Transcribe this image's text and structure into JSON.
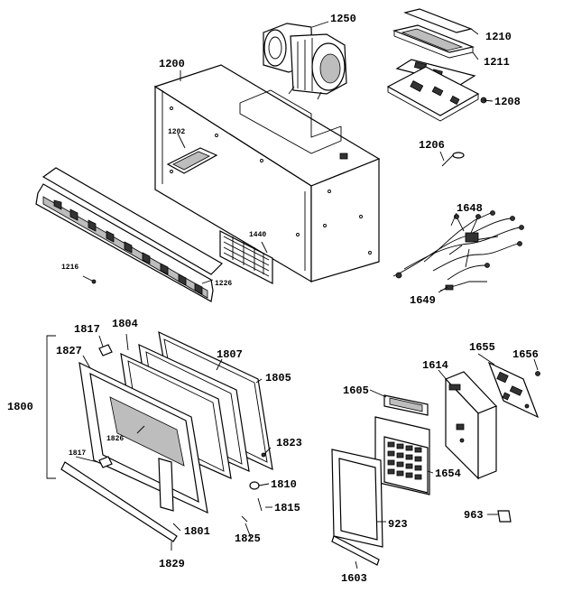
{
  "diagram": {
    "labels": {
      "l1250": "1250",
      "l1210": "1210",
      "l1211": "1211",
      "l1208": "1208",
      "l1200": "1200",
      "l1202": "1202",
      "l1206": "1206",
      "l1648": "1648",
      "l1440": "1440",
      "l1216": "1216",
      "l1226": "1226",
      "l1649": "1649",
      "l1817": "1817",
      "l1804": "1804",
      "l1827": "1827",
      "l1807": "1807",
      "l1805": "1805",
      "l1800": "1800",
      "l1826": "1826",
      "l1823": "1823",
      "l1817b": "1817",
      "l1810": "1810",
      "l1815": "1815",
      "l1801": "1801",
      "l1825": "1825",
      "l1829": "1829",
      "l1655": "1655",
      "l1656": "1656",
      "l1614": "1614",
      "l1605": "1605",
      "l1654": "1654",
      "l923": "923",
      "l963": "963",
      "l1603": "1603"
    }
  }
}
